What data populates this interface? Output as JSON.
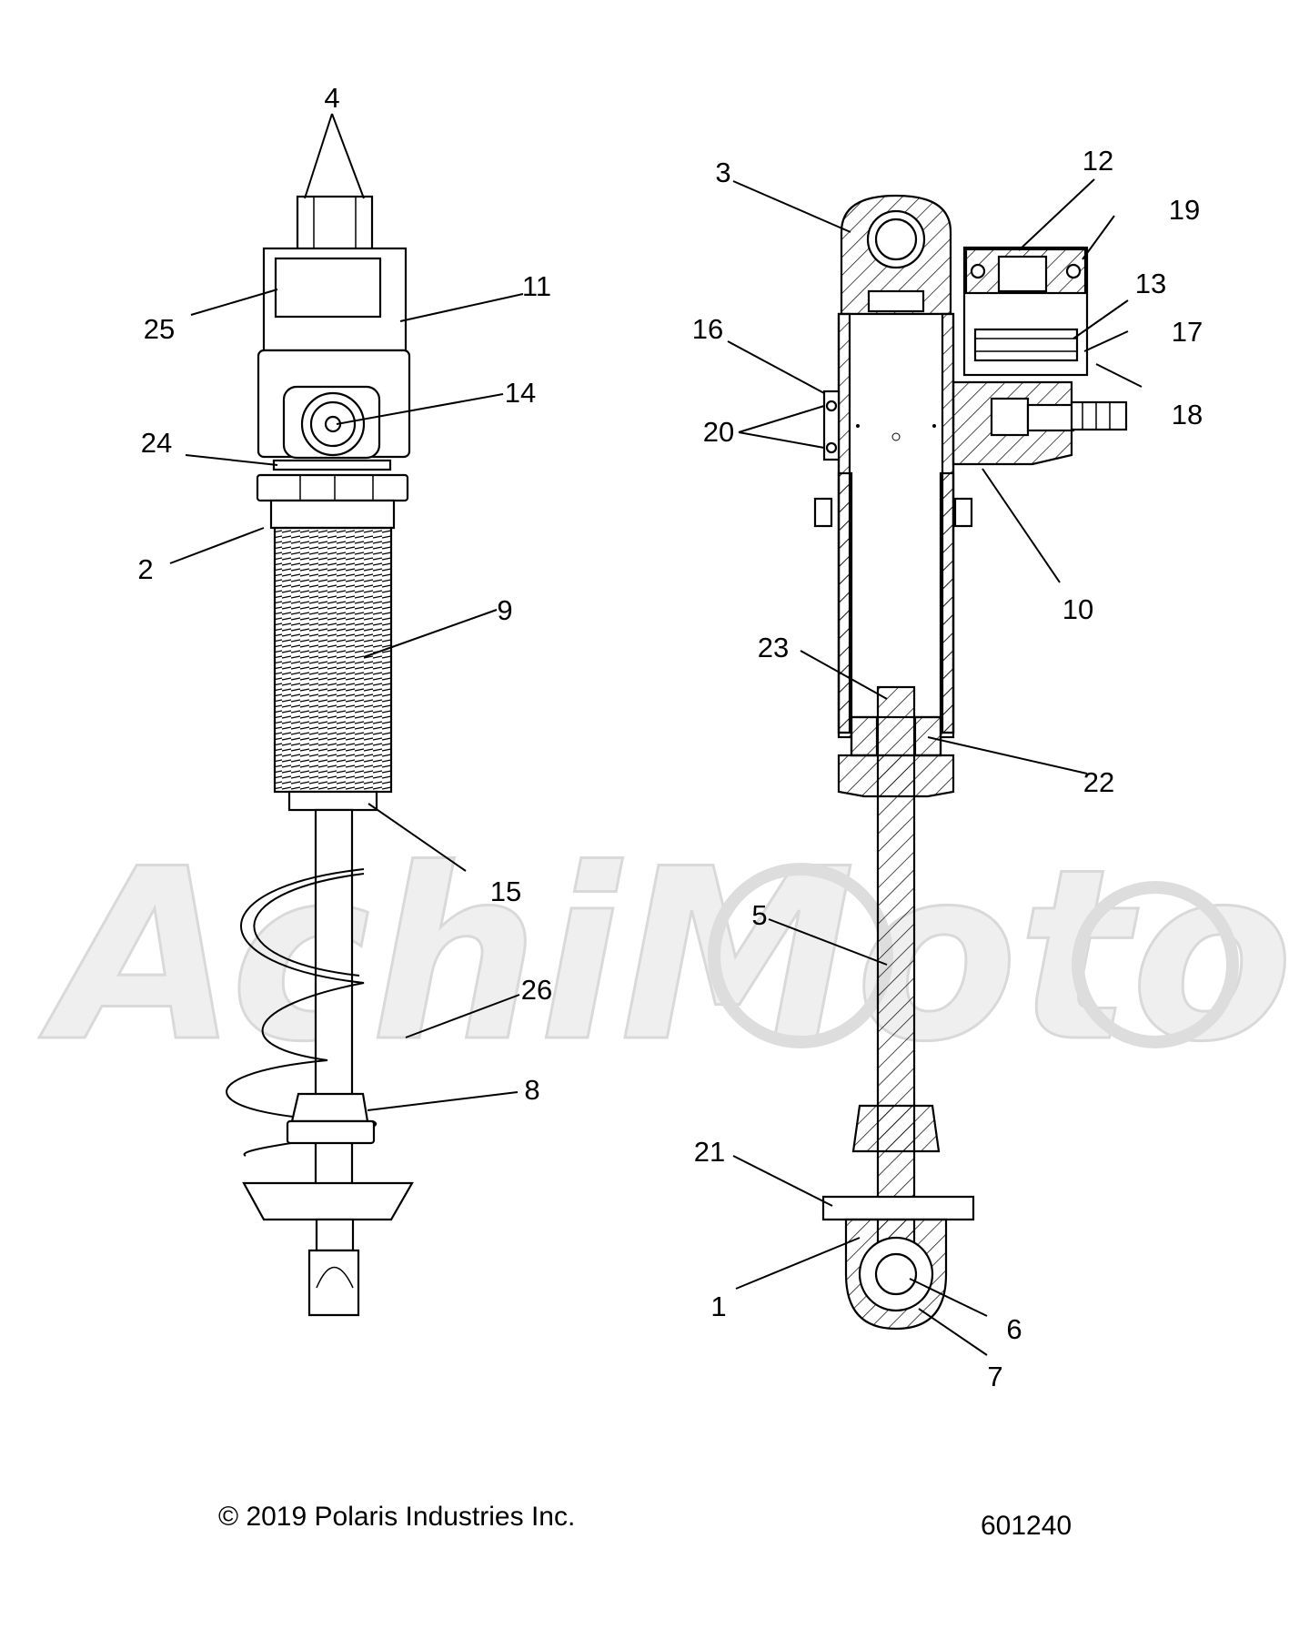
{
  "watermark": "AchiMoto",
  "footer": {
    "copyright": "© 2019 Polaris Industries Inc.",
    "diagram_number": "601240"
  },
  "callouts": {
    "c1": "1",
    "c2": "2",
    "c3": "3",
    "c4": "4",
    "c5": "5",
    "c6": "6",
    "c7": "7",
    "c8": "8",
    "c9": "9",
    "c10": "10",
    "c11": "11",
    "c12": "12",
    "c13": "13",
    "c14": "14",
    "c15": "15",
    "c16": "16",
    "c17": "17",
    "c18": "18",
    "c19": "19",
    "c20": "20",
    "c21": "21",
    "c22": "22",
    "c23": "23",
    "c24": "24",
    "c25": "25",
    "c26": "26"
  }
}
